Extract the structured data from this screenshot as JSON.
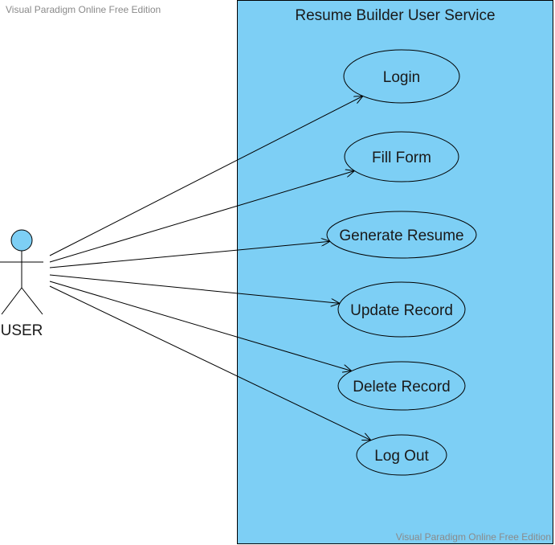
{
  "watermark": {
    "top": "Visual Paradigm Online Free Edition",
    "bottom": "Visual Paradigm Online Free Edition"
  },
  "system": {
    "title": "Resume Builder User Service",
    "fill_color": "#7dcff5"
  },
  "actor": {
    "label": "USER",
    "head_color": "#7dcff5"
  },
  "use_cases": [
    {
      "id": "login",
      "label": "Login"
    },
    {
      "id": "fill-form",
      "label": "Fill Form"
    },
    {
      "id": "generate-resume",
      "label": "Generate Resume"
    },
    {
      "id": "update-record",
      "label": "Update Record"
    },
    {
      "id": "delete-record",
      "label": "Delete Record"
    },
    {
      "id": "log-out",
      "label": "Log Out"
    }
  ],
  "colors": {
    "stroke": "#000000",
    "use_case_fill": "#7dcff5"
  }
}
